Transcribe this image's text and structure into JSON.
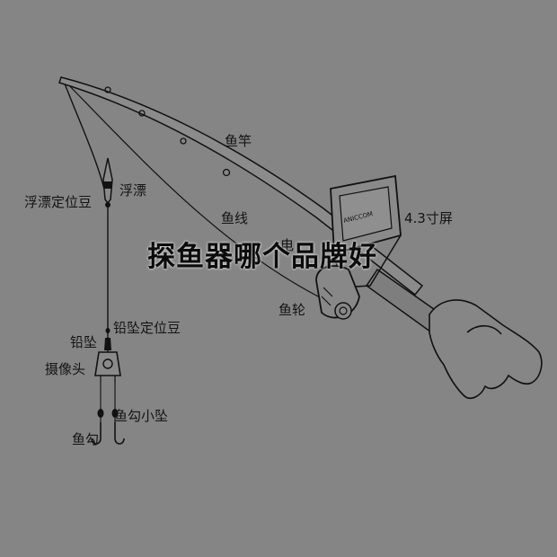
{
  "headline": "探鱼器哪个品牌好",
  "labels": {
    "rod": "鱼竿",
    "float": "浮漂",
    "float_stopper": "浮漂定位豆",
    "line": "鱼线",
    "partial_label": "电",
    "screen": "4.3寸屏",
    "reel": "鱼轮",
    "sinker_stopper": "铅坠定位豆",
    "sinker": "铅坠",
    "camera": "摄像头",
    "small_sinker": "鱼勾小坠",
    "hook": "鱼勾"
  },
  "device": {
    "brand": "ANICCOM"
  }
}
